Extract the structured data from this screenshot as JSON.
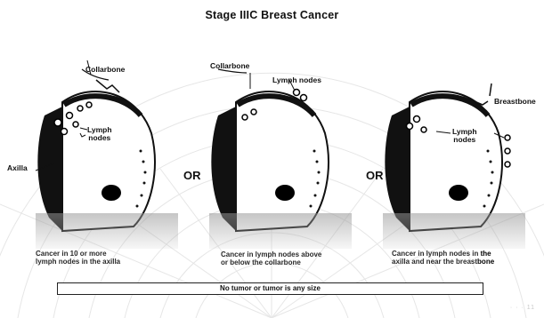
{
  "title": "Stage IIIC Breast Cancer",
  "panels": [
    {
      "labels": {
        "collarbone": "Collarbone",
        "lymph_nodes": "Lymph\nnodes",
        "axilla": "Axilla"
      },
      "caption": "Cancer in 10 or more\nlymph nodes in the axilla"
    },
    {
      "labels": {
        "collarbone": "Collarbone",
        "lymph_nodes": "Lymph nodes"
      },
      "caption": "Cancer in lymph nodes above\nor below the collarbone"
    },
    {
      "labels": {
        "breastbone": "Breastbone",
        "lymph_nodes": "Lymph\nnodes"
      },
      "caption_start": "Cancer in lymph nodes in",
      "caption_end": "the",
      "caption_line2_start": "axilla and near the breast",
      "caption_line2_end": "bone"
    }
  ],
  "or_label": "OR",
  "footer": "No tumor or tumor is any size",
  "watermark": "· · ·    11"
}
